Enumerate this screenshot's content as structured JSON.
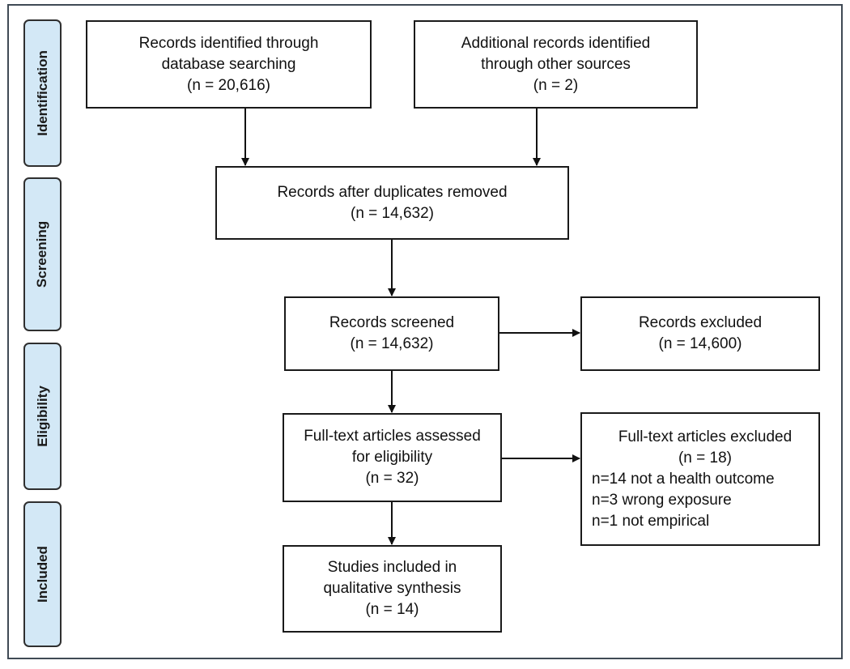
{
  "stages": [
    {
      "id": "identification",
      "label": "Identification"
    },
    {
      "id": "screening",
      "label": "Screening"
    },
    {
      "id": "eligibility",
      "label": "Eligibility"
    },
    {
      "id": "included",
      "label": "Included"
    }
  ],
  "boxes": {
    "database": {
      "lines": [
        "Records identified through",
        "database searching",
        "(n = 20,616)"
      ]
    },
    "other_sources": {
      "lines": [
        "Additional records identified",
        "through other sources",
        "(n = 2)"
      ]
    },
    "dedup": {
      "lines": [
        "Records after duplicates removed",
        "(n = 14,632)"
      ]
    },
    "screened": {
      "lines": [
        "Records screened",
        "(n = 14,632)"
      ]
    },
    "excluded": {
      "lines": [
        "Records excluded",
        "(n = 14,600)"
      ]
    },
    "fulltext": {
      "lines": [
        "Full-text articles assessed",
        "for eligibility",
        "(n = 32)"
      ]
    },
    "fulltext_excluded": {
      "title": "Full-text articles excluded",
      "count": "(n = 18)",
      "reasons": [
        "n=14 not a health outcome",
        "n=3 wrong exposure",
        "n=1 not empirical"
      ]
    },
    "included": {
      "lines": [
        "Studies included in",
        "qualitative synthesis",
        "(n = 14)"
      ]
    }
  },
  "colors": {
    "stage_fill": "#d3e8f6",
    "border": "#1a1a1a",
    "frame": "#3f4a55"
  }
}
